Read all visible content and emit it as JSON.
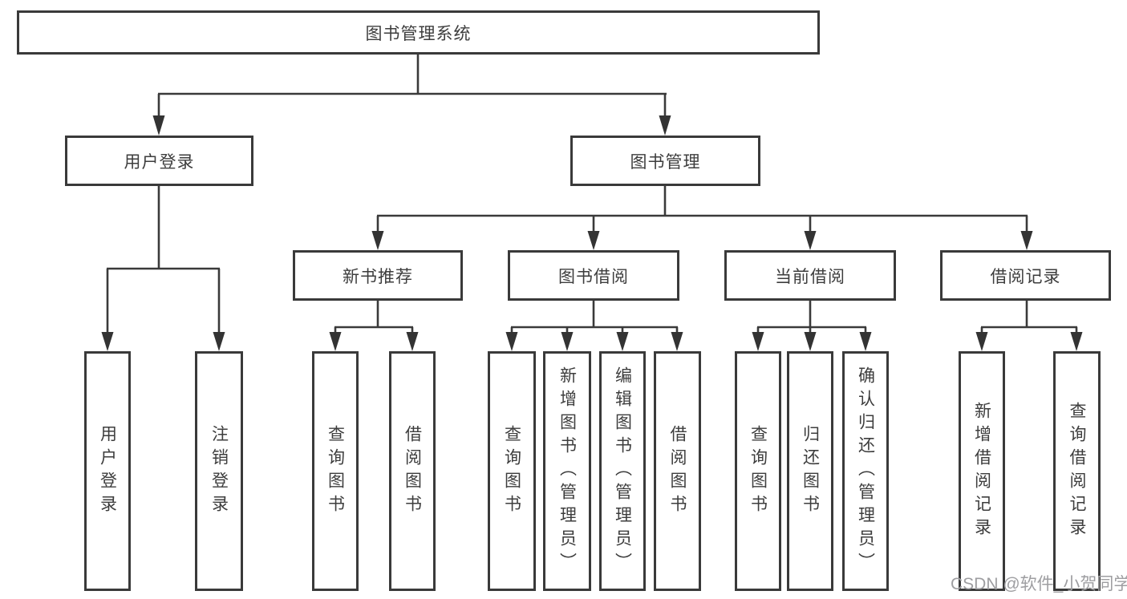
{
  "tree": {
    "root": {
      "label": "图书管理系统"
    },
    "branches": [
      {
        "label": "用户登录",
        "leaves": [
          {
            "label": "用户登录"
          },
          {
            "label": "注销登录"
          }
        ]
      },
      {
        "label": "图书管理",
        "groups": [
          {
            "label": "新书推荐",
            "leaves": [
              {
                "label": "查询图书"
              },
              {
                "label": "借阅图书"
              }
            ]
          },
          {
            "label": "图书借阅",
            "leaves": [
              {
                "label": "查询图书"
              },
              {
                "label": "新增图书（管理员）"
              },
              {
                "label": "编辑图书（管理员）"
              },
              {
                "label": "借阅图书"
              }
            ]
          },
          {
            "label": "当前借阅",
            "leaves": [
              {
                "label": "查询图书"
              },
              {
                "label": "归还图书"
              },
              {
                "label": "确认归还（管理员）"
              }
            ]
          },
          {
            "label": "借阅记录",
            "leaves": [
              {
                "label": "新增借阅记录"
              },
              {
                "label": "查询借阅记录"
              }
            ]
          }
        ]
      }
    ]
  },
  "watermark": {
    "text": "CSDN @软件_小贺同学"
  },
  "colors": {
    "line": "#3a3a3a",
    "text": "#3d3d3d",
    "watermark": "#9e9ea1",
    "background": "#ffffff"
  }
}
